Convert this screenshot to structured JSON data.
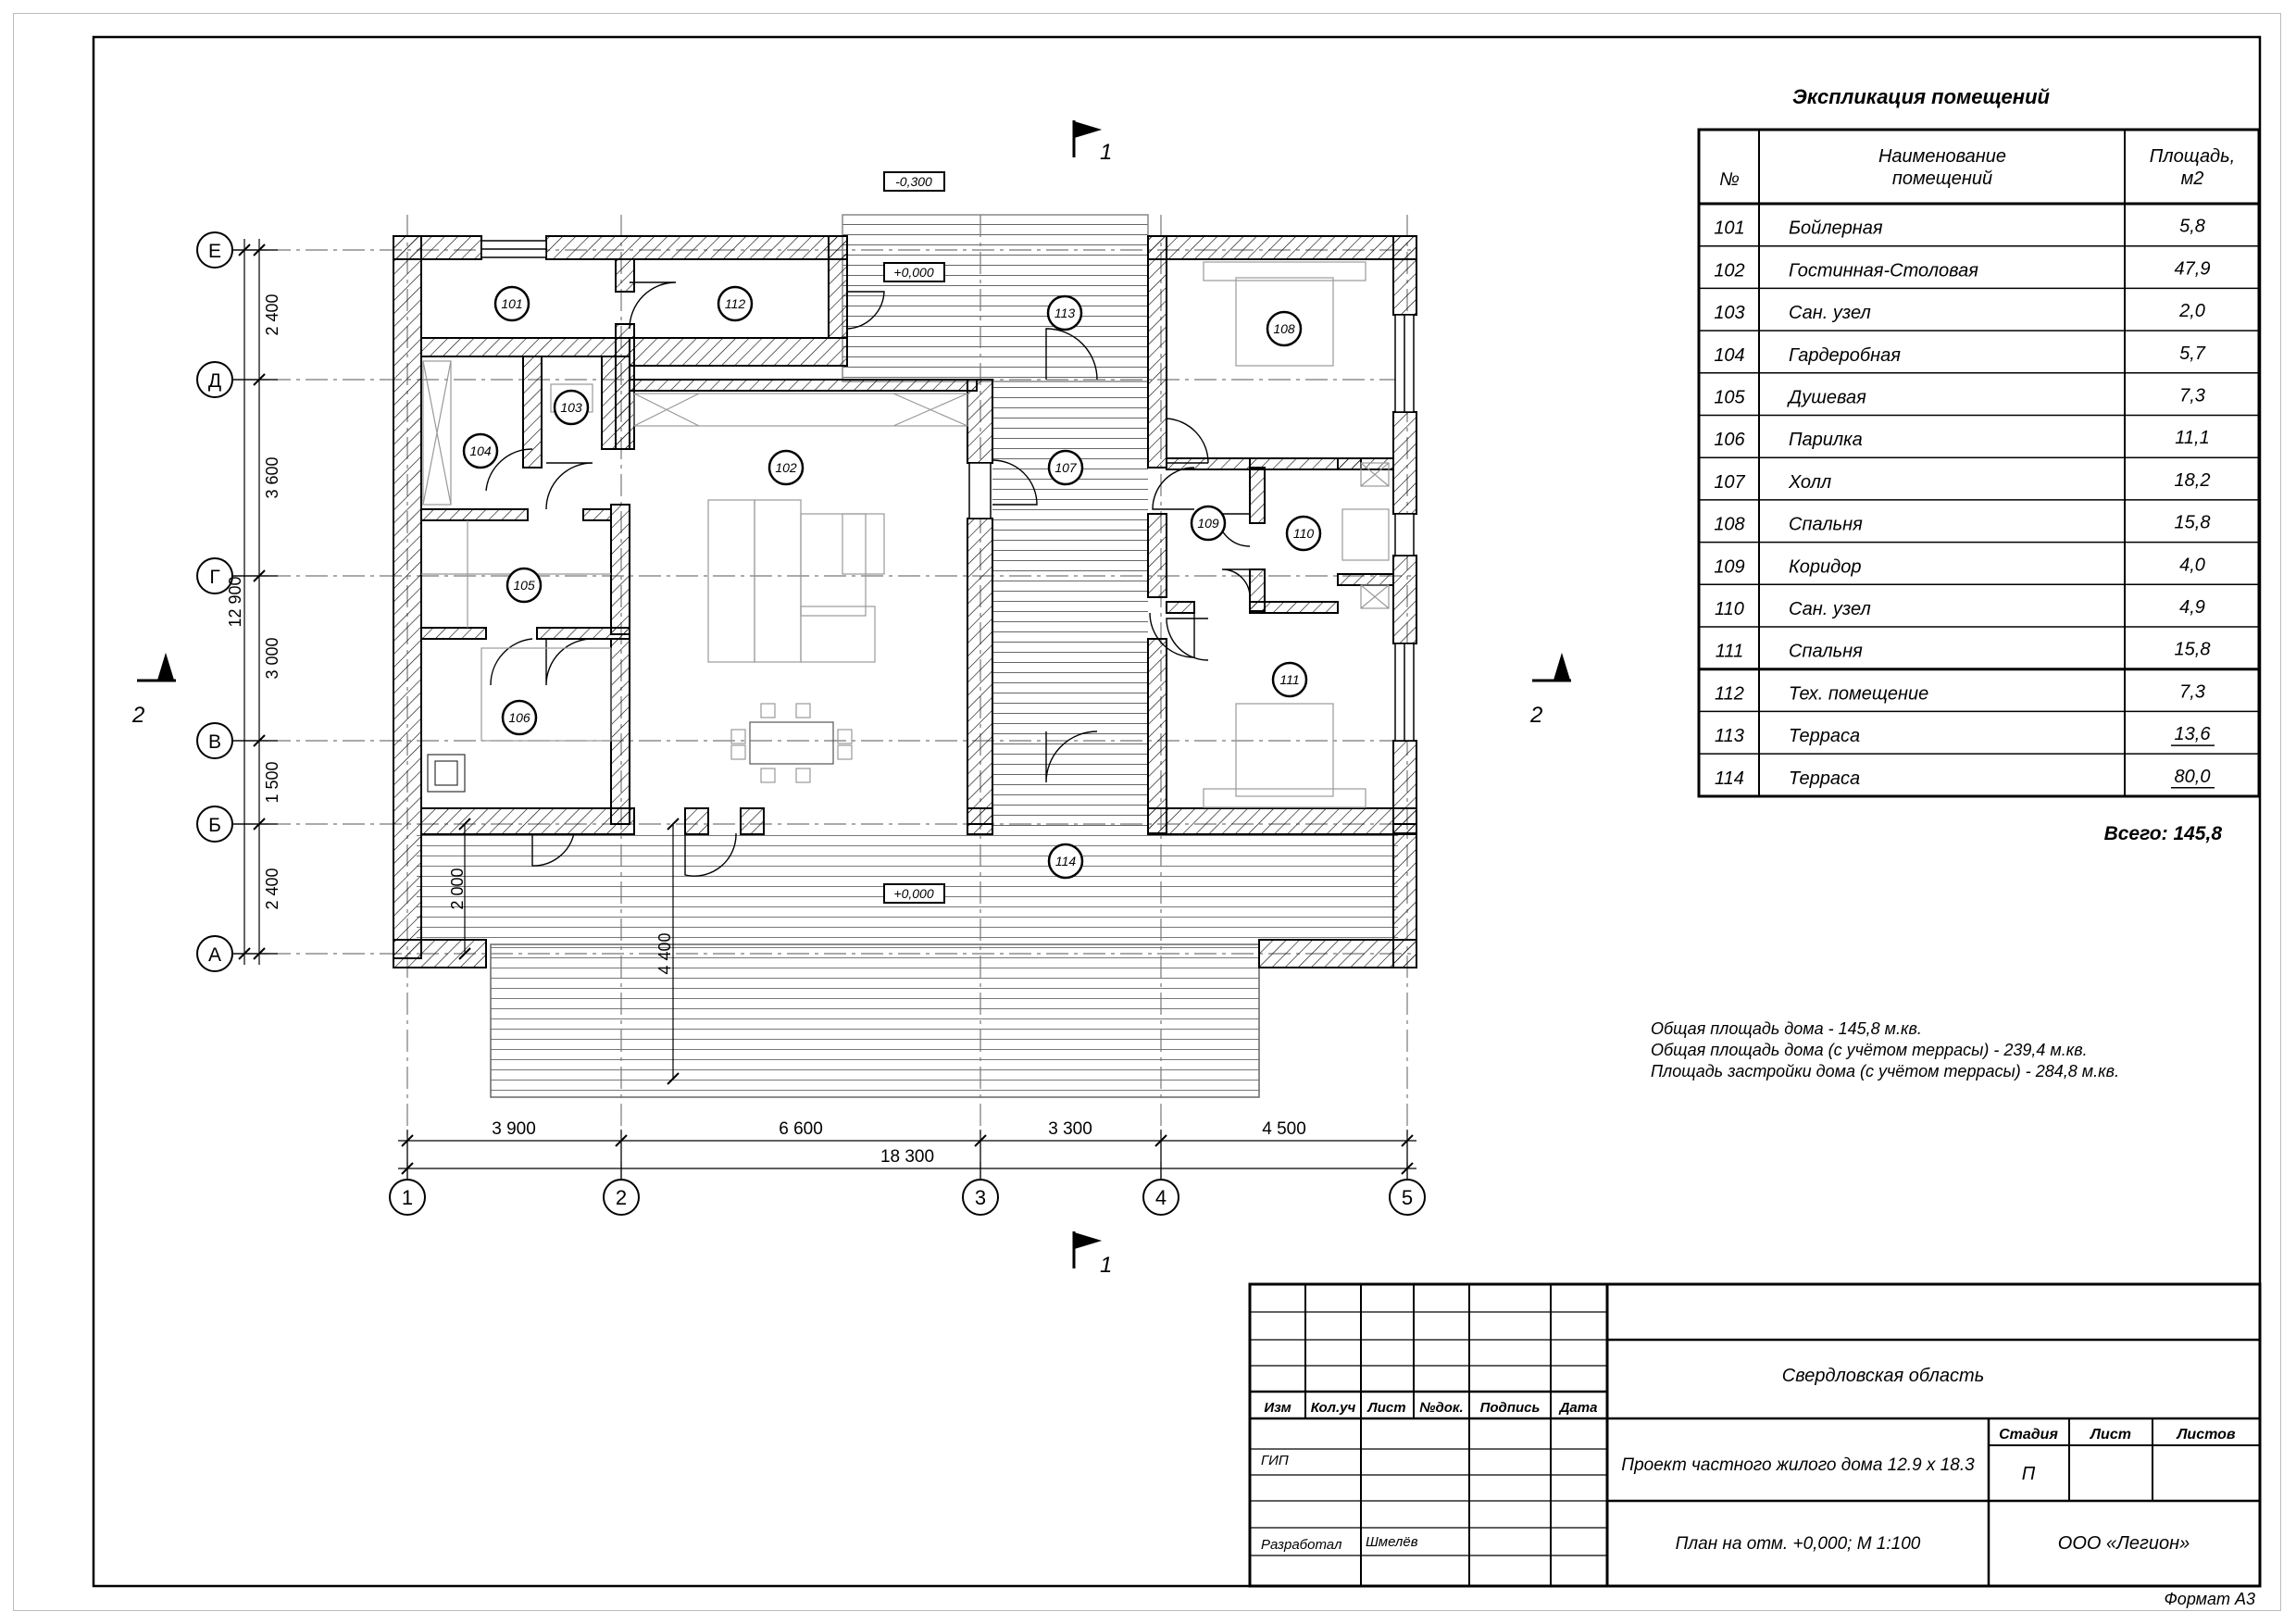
{
  "explication": {
    "title": "Экспликация помещений",
    "headers": {
      "num": "№",
      "name": "Наименование\nпомещений",
      "area": "Площадь,\nм2"
    },
    "rows": [
      {
        "num": "101",
        "name": "Бойлерная",
        "area": "5,8"
      },
      {
        "num": "102",
        "name": "Гостинная-Столовая",
        "area": "47,9"
      },
      {
        "num": "103",
        "name": "Сан. узел",
        "area": "2,0"
      },
      {
        "num": "104",
        "name": "Гардеробная",
        "area": "5,7"
      },
      {
        "num": "105",
        "name": "Душевая",
        "area": "7,3"
      },
      {
        "num": "106",
        "name": "Парилка",
        "area": "11,1"
      },
      {
        "num": "107",
        "name": "Холл",
        "area": "18,2"
      },
      {
        "num": "108",
        "name": "Спальня",
        "area": "15,8"
      },
      {
        "num": "109",
        "name": "Коридор",
        "area": "4,0"
      },
      {
        "num": "110",
        "name": "Сан. узел",
        "area": "4,9"
      },
      {
        "num": "111",
        "name": "Спальня",
        "area": "15,8"
      },
      {
        "num": "112",
        "name": "Тех. помещение",
        "area": "7,3"
      },
      {
        "num": "113",
        "name": "Терраса",
        "area": "13,6"
      },
      {
        "num": "114",
        "name": "Терраса",
        "area": "80,0"
      }
    ],
    "total": "Всего: 145,8"
  },
  "notes": [
    "Общая площадь дома  - 145,8 м.кв.",
    "Общая площадь дома (с учётом террасы) - 239,4 м.кв.",
    "Площадь застройки дома (с учётом террасы)  - 284,8 м.кв."
  ],
  "plan": {
    "axes_v": [
      "1",
      "2",
      "3",
      "4",
      "5"
    ],
    "axes_h": [
      "Е",
      "Д",
      "Г",
      "В",
      "Б",
      "А"
    ],
    "dims_bottom": [
      "3 900",
      "6 600",
      "3 300",
      "4 500"
    ],
    "dim_total_bottom": "18 300",
    "dims_left": [
      "2 400",
      "3 600",
      "3 000",
      "1 500",
      "2 400"
    ],
    "dim_total_left": "12 900",
    "dim_terrace_depth": "2 000",
    "dim_terrace_ext": "4 400",
    "levels": [
      "-0,300",
      "+0,000",
      "+0,000"
    ],
    "section_marks": [
      "1",
      "1",
      "2",
      "2"
    ],
    "room_tags": [
      "101",
      "102",
      "103",
      "104",
      "105",
      "106",
      "107",
      "108",
      "109",
      "110",
      "111",
      "112",
      "113",
      "114"
    ]
  },
  "title_block": {
    "col_headers": [
      "Изм",
      "Кол.уч",
      "Лист",
      "№док.",
      "Подпись",
      "Дата"
    ],
    "role_gip": "ГИП",
    "role_dev": "Разработал",
    "dev_name": "Шмелёв",
    "region": "Свердловская область",
    "project": "Проект частного жилого дома 12.9 х 18.3",
    "stage_header": "Стадия",
    "sheet_header": "Лист",
    "sheets_header": "Листов",
    "stage_value": "П",
    "drawing_title": "План на отм. +0,000; М 1:100",
    "company": "ООО «Легион»"
  },
  "format": "Формат А3"
}
